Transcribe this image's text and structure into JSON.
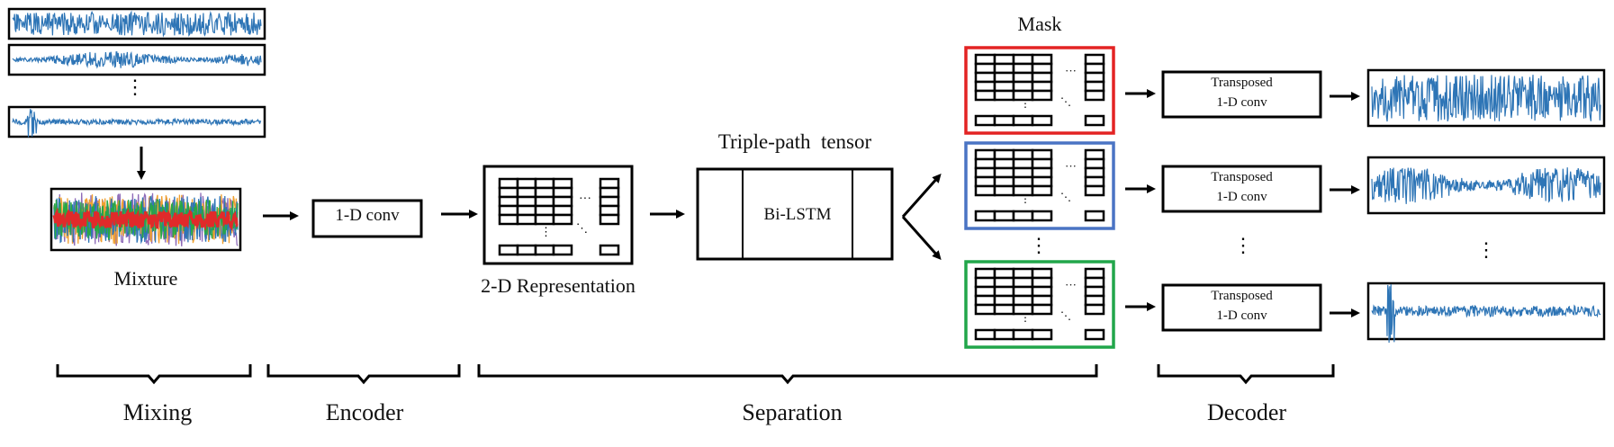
{
  "mixing": {
    "dots": "⋮",
    "mixture_label": "Mixture"
  },
  "encoder": {
    "conv_label": "1-D conv"
  },
  "representation": {
    "label": "2-D Representation"
  },
  "separation": {
    "tensor_title": "Triple-path  tensor",
    "block_label": "Bi-LSTM",
    "mask_title": "Mask",
    "dots": "⋮"
  },
  "decoder": {
    "conv_line1": "Transposed",
    "conv_line2": "1-D conv",
    "dots": "⋮"
  },
  "outputs": {
    "dots": "⋮"
  },
  "stages": [
    {
      "label": "Mixing"
    },
    {
      "label": "Encoder"
    },
    {
      "label": "Separation"
    },
    {
      "label": "Decoder"
    }
  ],
  "colors": {
    "signal": "#2e75b6",
    "mask_red": "#e32323",
    "mask_blue": "#4a74c4",
    "mask_green": "#21a64a",
    "mixture_red": "#e02a2a",
    "mixture_green": "#28a745",
    "mixture_orange": "#f0a030",
    "mixture_purple": "#8e6bb8"
  }
}
